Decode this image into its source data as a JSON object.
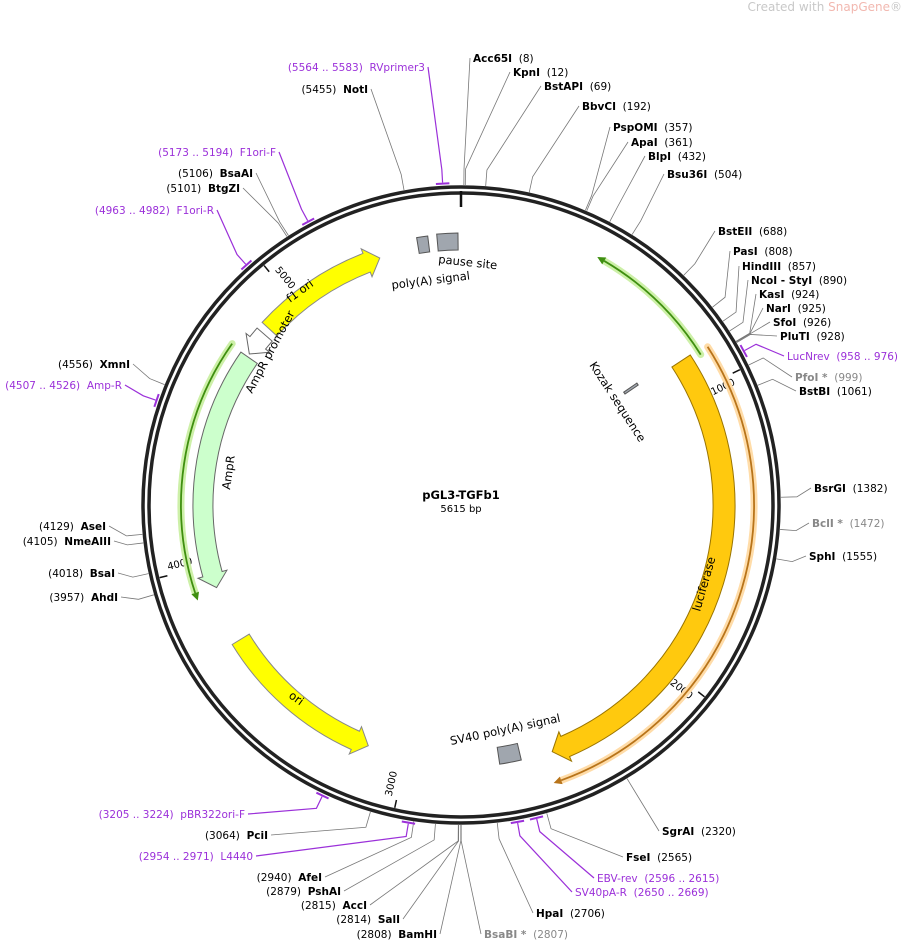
{
  "watermark": {
    "prefix": "Created with ",
    "brand": "SnapGene",
    "suffix": "®"
  },
  "plasmid": {
    "name": "pGL3-TGFb1",
    "length_label": "5615 bp",
    "length": 5615
  },
  "ticks": [
    "1000",
    "2000",
    "3000",
    "4000",
    "5000"
  ],
  "features": {
    "f1_ori": "f1 ori",
    "ampr_promoter": "AmpR promoter",
    "ampr": "AmpR",
    "ori": "ori",
    "luciferase": "luciferase",
    "kozak": "Kozak sequence",
    "pause_site": "pause site",
    "polya_signal": "poly(A) signal",
    "sv40_polya": "SV40 poly(A) signal"
  },
  "colors": {
    "primer": "#9b30d9",
    "luciferase": "#ffc90e",
    "ori": "#ffff00",
    "ampr": "#ccffcc",
    "green_arrow": "#3f8f10",
    "orange_arrow": "#b8741a",
    "ring": "#222222"
  },
  "sites": [
    {
      "name": "Acc65I",
      "pos": "(8)",
      "kind": "enzyme"
    },
    {
      "name": "KpnI",
      "pos": "(12)",
      "kind": "enzyme"
    },
    {
      "name": "BstAPI",
      "pos": "(69)",
      "kind": "enzyme"
    },
    {
      "name": "BbvCI",
      "pos": "(192)",
      "kind": "enzyme"
    },
    {
      "name": "PspOMI",
      "pos": "(357)",
      "kind": "enzyme"
    },
    {
      "name": "ApaI",
      "pos": "(361)",
      "kind": "enzyme"
    },
    {
      "name": "BlpI",
      "pos": "(432)",
      "kind": "enzyme"
    },
    {
      "name": "Bsu36I",
      "pos": "(504)",
      "kind": "enzyme"
    },
    {
      "name": "BstEII",
      "pos": "(688)",
      "kind": "enzyme"
    },
    {
      "name": "PasI",
      "pos": "(808)",
      "kind": "enzyme"
    },
    {
      "name": "HindIII",
      "pos": "(857)",
      "kind": "enzyme"
    },
    {
      "name": "NcoI - StyI",
      "pos": "(890)",
      "kind": "enzyme"
    },
    {
      "name": "KasI",
      "pos": "(924)",
      "kind": "enzyme"
    },
    {
      "name": "NarI",
      "pos": "(925)",
      "kind": "enzyme"
    },
    {
      "name": "SfoI",
      "pos": "(926)",
      "kind": "enzyme"
    },
    {
      "name": "PluTI",
      "pos": "(928)",
      "kind": "enzyme"
    },
    {
      "name": "LucNrev",
      "pos": "(958 .. 976)",
      "kind": "primer"
    },
    {
      "name": "PfoI *",
      "pos": "(999)",
      "kind": "gray"
    },
    {
      "name": "BstBI",
      "pos": "(1061)",
      "kind": "enzyme"
    },
    {
      "name": "BsrGI",
      "pos": "(1382)",
      "kind": "enzyme"
    },
    {
      "name": "BclI *",
      "pos": "(1472)",
      "kind": "gray"
    },
    {
      "name": "SphI",
      "pos": "(1555)",
      "kind": "enzyme"
    },
    {
      "name": "SgrAI",
      "pos": "(2320)",
      "kind": "enzyme"
    },
    {
      "name": "FseI",
      "pos": "(2565)",
      "kind": "enzyme"
    },
    {
      "name": "EBV-rev",
      "pos": "(2596 .. 2615)",
      "kind": "primer"
    },
    {
      "name": "SV40pA-R",
      "pos": "(2650 .. 2669)",
      "kind": "primer"
    },
    {
      "name": "HpaI",
      "pos": "(2706)",
      "kind": "enzyme"
    },
    {
      "name": "BsaBI *",
      "pos": "(2807)",
      "kind": "gray"
    },
    {
      "name": "BamHI",
      "pos": "(2808)",
      "kind": "enzyme"
    },
    {
      "name": "SalI",
      "pos": "(2814)",
      "kind": "enzyme"
    },
    {
      "name": "AccI",
      "pos": "(2815)",
      "kind": "enzyme"
    },
    {
      "name": "PshAI",
      "pos": "(2879)",
      "kind": "enzyme"
    },
    {
      "name": "AfeI",
      "pos": "(2940)",
      "kind": "enzyme"
    },
    {
      "name": "L4440",
      "pos": "(2954 .. 2971)",
      "kind": "primer"
    },
    {
      "name": "PciI",
      "pos": "(3064)",
      "kind": "enzyme"
    },
    {
      "name": "pBR322ori-F",
      "pos": "(3205 .. 3224)",
      "kind": "primer"
    },
    {
      "name": "AhdI",
      "pos": "(3957)",
      "kind": "enzyme"
    },
    {
      "name": "BsaI",
      "pos": "(4018)",
      "kind": "enzyme"
    },
    {
      "name": "NmeAIII",
      "pos": "(4105)",
      "kind": "enzyme"
    },
    {
      "name": "AseI",
      "pos": "(4129)",
      "kind": "enzyme"
    },
    {
      "name": "Amp-R",
      "pos": "(4507 .. 4526)",
      "kind": "primer"
    },
    {
      "name": "XmnI",
      "pos": "(4556)",
      "kind": "enzyme"
    },
    {
      "name": "F1ori-R",
      "pos": "(4963 .. 4982)",
      "kind": "primer"
    },
    {
      "name": "BtgZI",
      "pos": "(5101)",
      "kind": "enzyme"
    },
    {
      "name": "BsaAI",
      "pos": "(5106)",
      "kind": "enzyme"
    },
    {
      "name": "F1ori-F",
      "pos": "(5173 .. 5194)",
      "kind": "primer"
    },
    {
      "name": "NotI",
      "pos": "(5455)",
      "kind": "enzyme"
    },
    {
      "name": "RVprimer3",
      "pos": "(5564 .. 5583)",
      "kind": "primer"
    }
  ]
}
